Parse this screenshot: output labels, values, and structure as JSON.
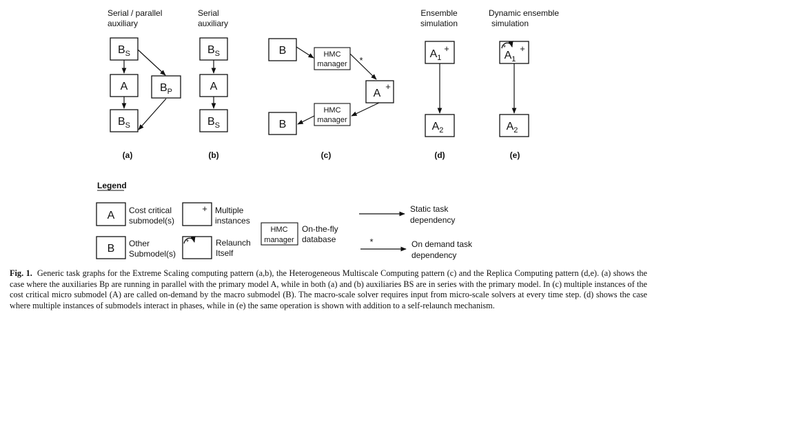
{
  "panels": {
    "a": {
      "header": [
        "Serial / parallel",
        "auxiliary"
      ],
      "label": "(a)",
      "node_top": {
        "main": "B",
        "sub": "S"
      },
      "node_mid": "A",
      "node_par": {
        "main": "B",
        "sub": "P"
      },
      "node_bot": {
        "main": "B",
        "sub": "S"
      }
    },
    "b": {
      "header": [
        "Serial",
        "auxiliary"
      ],
      "label": "(b)",
      "node_top": {
        "main": "B",
        "sub": "S"
      },
      "node_mid": "A",
      "node_bot": {
        "main": "B",
        "sub": "S"
      }
    },
    "c": {
      "label": "(c)",
      "node_b_top": "B",
      "node_b_bot": "B",
      "manager_top": [
        "HMC",
        "manager"
      ],
      "manager_bot": [
        "HMC",
        "manager"
      ],
      "node_a": "A",
      "node_a_plus": "+",
      "star": "*"
    },
    "d": {
      "header": [
        "Ensemble",
        "simulation"
      ],
      "label": "(d)",
      "node_top": {
        "main": "A",
        "sub": "1"
      },
      "node_top_plus": "+",
      "node_bot": {
        "main": "A",
        "sub": "2"
      }
    },
    "e": {
      "header": [
        "Dynamic ensemble",
        "simulation"
      ],
      "label": "(e)",
      "node_top": {
        "main": "A",
        "sub": "1"
      },
      "node_top_plus": "+",
      "node_top_star": "*",
      "node_bot": {
        "main": "A",
        "sub": "2"
      }
    }
  },
  "legend": {
    "title": "Legend",
    "cost_critical": {
      "symbol": "A",
      "text": [
        "Cost critical",
        "submodel(s)"
      ]
    },
    "other": {
      "symbol": "B",
      "text": [
        "Other",
        "Submodel(s)"
      ]
    },
    "multiple": {
      "symbol": "+",
      "text": [
        "Multiple",
        "instances"
      ]
    },
    "relaunch": {
      "symbol": "*",
      "text": [
        "Relaunch",
        "Itself"
      ]
    },
    "database": {
      "box": [
        "HMC",
        "manager"
      ],
      "text": [
        "On-the-fly",
        "database"
      ]
    },
    "static": {
      "text": [
        "Static task",
        "dependency"
      ]
    },
    "on_demand": {
      "symbol": "*",
      "text": [
        "On demand task",
        "dependency"
      ]
    }
  },
  "caption": {
    "label": "Fig. 1.",
    "text": "Generic task graphs for the Extreme Scaling computing pattern (a,b), the Heterogeneous Multiscale Computing pattern (c) and the Replica Computing pattern (d,e). (a) shows the case where the auxiliaries Bp are running in parallel with the primary model A, while in both (a) and (b) auxiliaries BS are in series with the primary model. In (c) multiple instances of the cost critical micro submodel (A) are called on-demand by the macro submodel (B). The macro-scale solver requires input from micro-scale solvers at every time step. (d) shows the case where multiple instances of submodels interact in phases, while in (e) the same operation is shown with addition to a self-relaunch mechanism."
  }
}
